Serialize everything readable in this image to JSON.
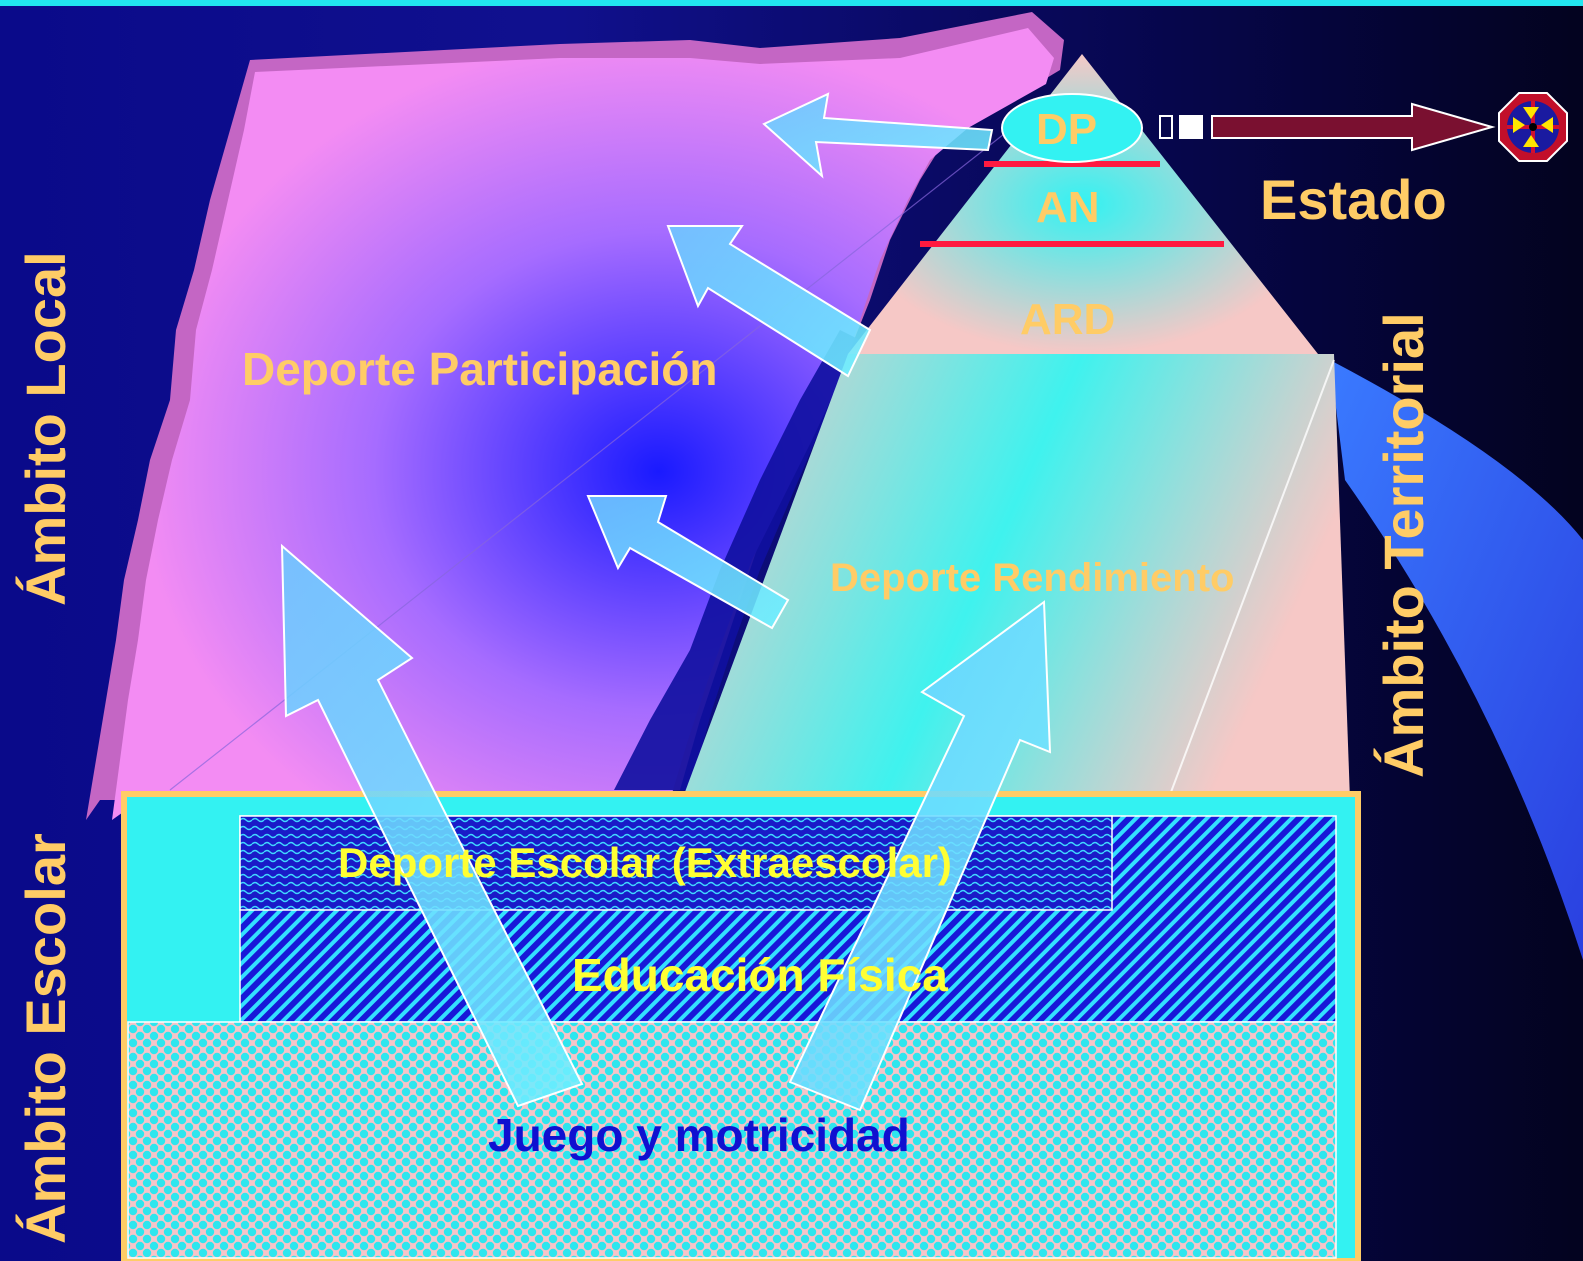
{
  "labels": {
    "ambito_local": "Ámbito Local",
    "ambito_escolar": "Ámbito Escolar",
    "ambito_territorial": "Ámbito Territorial",
    "estado": "Estado",
    "dp": "DP",
    "an": "AN",
    "ard": "ARD",
    "deporte_participacion": "Deporte Participación",
    "deporte_rendimiento": "Deporte Rendimiento",
    "deporte_escolar": "Deporte Escolar (Extraescolar)",
    "educacion_fisica": "Educación Física",
    "juego_motricidad": "Juego y motricidad"
  },
  "colors": {
    "background": "#0a0a8a",
    "label_gold": "#ffcc66",
    "label_yellow": "#ffff33",
    "label_blue": "#1010d0",
    "pink": "#f38cf3",
    "peach": "#f6c8c6",
    "cyan": "#33f2f2",
    "red_line": "#ff1a40",
    "arrow_maroon": "#7a1030"
  },
  "icons": {
    "emblem": "compass-emblem-icon"
  }
}
